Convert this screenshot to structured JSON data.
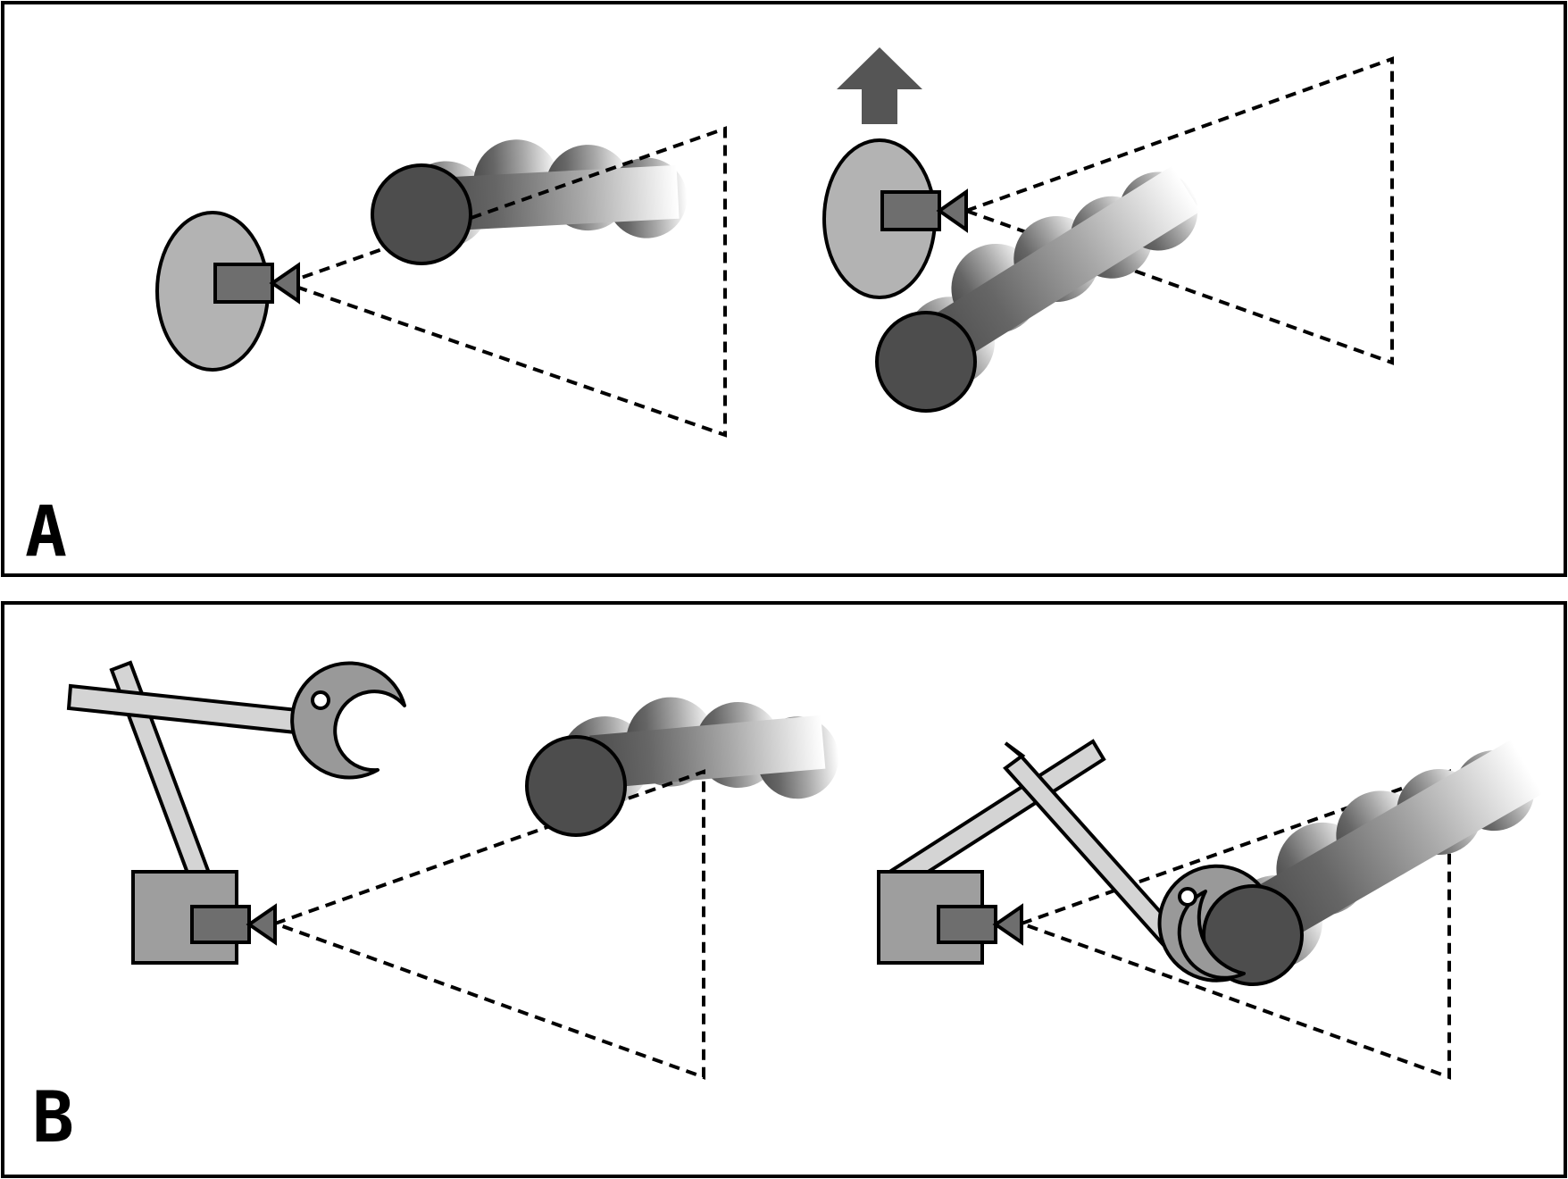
{
  "colors": {
    "background": "#ffffff",
    "stroke": "#000000",
    "body_light": "#b3b3b3",
    "camera": "#6e6e6e",
    "ball": "#4d4d4d",
    "arm": "#d4d4d4",
    "gripper": "#999999",
    "base": "#9e9e9e",
    "arrow": "#555555"
  },
  "panels": [
    {
      "id": "A",
      "label": "A"
    },
    {
      "id": "B",
      "label": "B"
    }
  ],
  "icons": [
    "camera-icon",
    "ball-icon",
    "motion-trail-icon",
    "field-of-view-icon",
    "up-arrow-icon",
    "robot-arm-icon",
    "gripper-icon"
  ]
}
